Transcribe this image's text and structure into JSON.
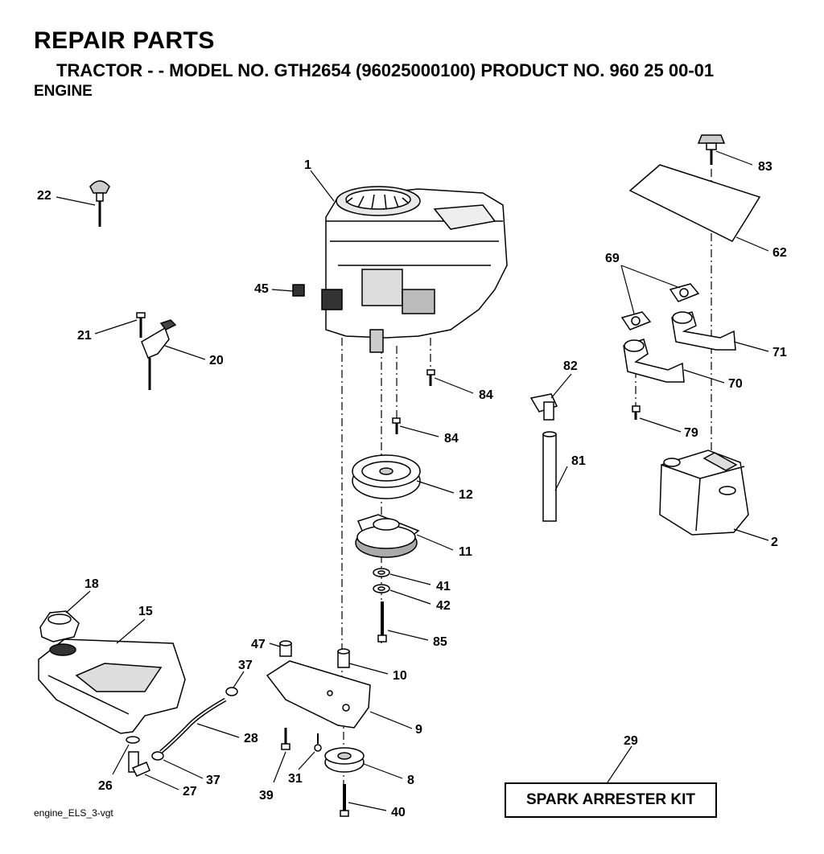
{
  "header": {
    "title": "REPAIR PARTS",
    "subtitle": "TRACTOR - - MODEL NO. GTH2654 (96025000100) PRODUCT NO. 960 25 00-01",
    "section": "ENGINE"
  },
  "footer": {
    "file_label": "engine_ELS_3-vgt"
  },
  "kit": {
    "label": "SPARK ARRESTER KIT"
  },
  "callouts": [
    "1",
    "22",
    "45",
    "21",
    "20",
    "83",
    "62",
    "69",
    "71",
    "70",
    "79",
    "82",
    "81",
    "84",
    "84",
    "12",
    "11",
    "41",
    "42",
    "85",
    "2",
    "18",
    "15",
    "47",
    "10",
    "37",
    "9",
    "28",
    "39",
    "31",
    "8",
    "37",
    "26",
    "27",
    "40",
    "29"
  ]
}
